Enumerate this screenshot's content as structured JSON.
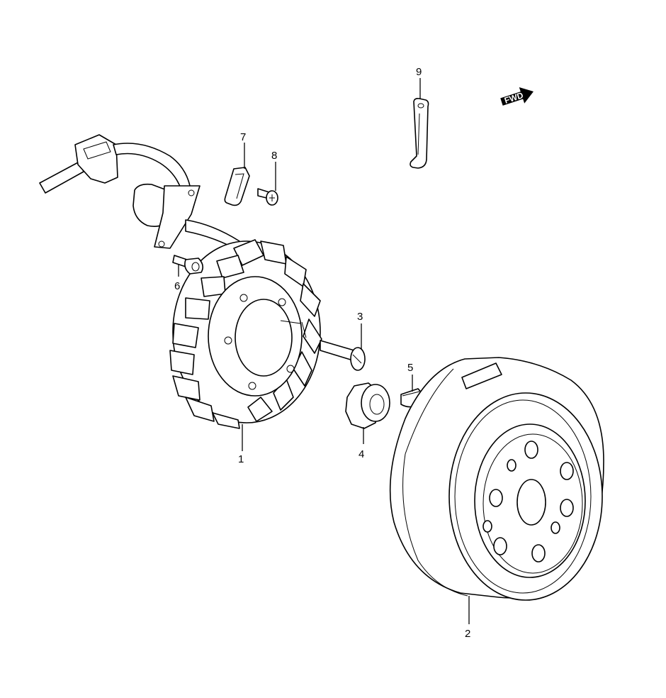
{
  "parts": [
    {
      "number": "1",
      "name": "stator-coil"
    },
    {
      "number": "2",
      "name": "flywheel-rotor"
    },
    {
      "number": "3",
      "name": "stator-bolt"
    },
    {
      "number": "4",
      "name": "rotor-nut"
    },
    {
      "number": "5",
      "name": "woodruff-key"
    },
    {
      "number": "6",
      "name": "screw"
    },
    {
      "number": "7",
      "name": "wire-clamp"
    },
    {
      "number": "8",
      "name": "clamp-screw"
    },
    {
      "number": "9",
      "name": "cable-clamp"
    }
  ],
  "direction_badge": "FWD"
}
